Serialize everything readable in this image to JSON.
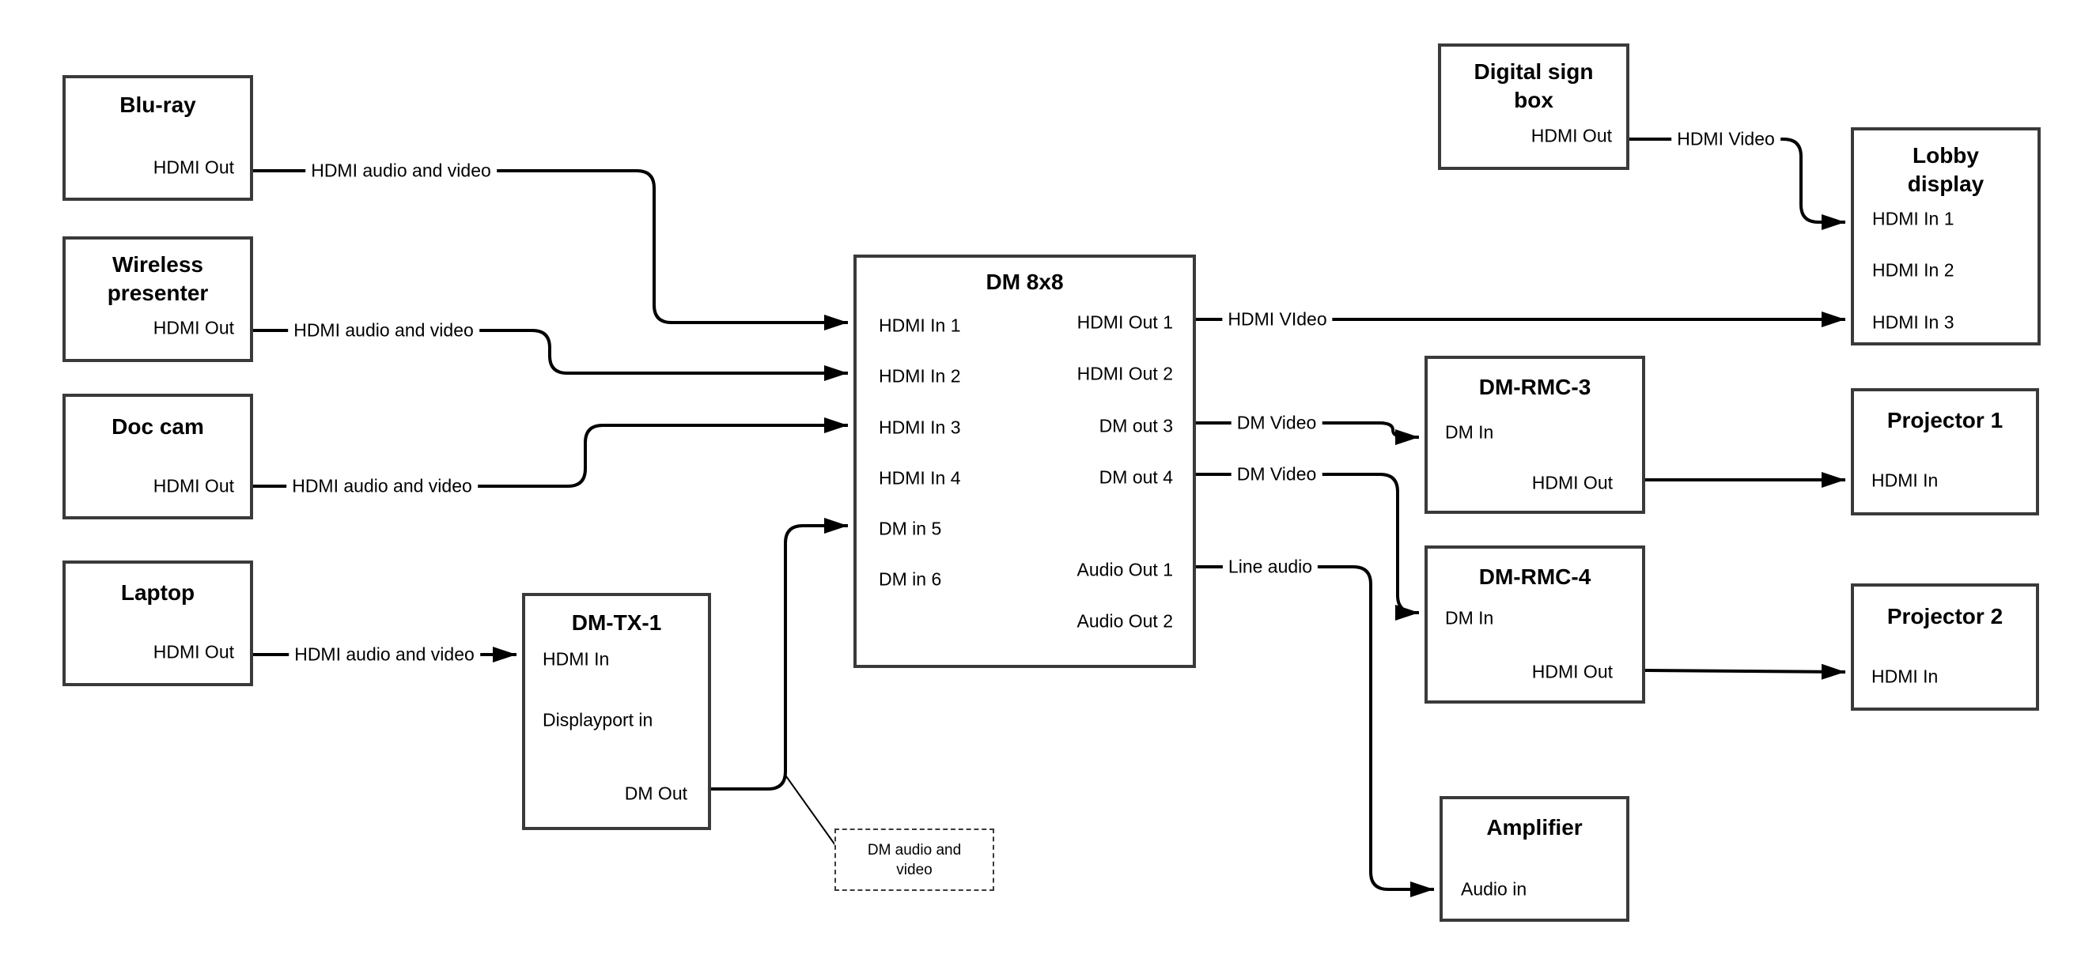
{
  "diagram": {
    "colors": {
      "wire": "#000000",
      "box_border": "#3a3a3a",
      "background": "#ffffff"
    },
    "boxes": {
      "bluray": {
        "title": "Blu-ray",
        "ports": {
          "out": "HDMI Out"
        }
      },
      "wireless": {
        "title": "Wireless presenter",
        "ports": {
          "out": "HDMI Out"
        }
      },
      "doccam": {
        "title": "Doc cam",
        "ports": {
          "out": "HDMI Out"
        }
      },
      "laptop": {
        "title": "Laptop",
        "ports": {
          "out": "HDMI Out"
        }
      },
      "dmtx1": {
        "title": "DM-TX-1",
        "ports": {
          "hdmi_in": "HDMI In",
          "dp_in": "Displayport in",
          "dm_out": "DM Out"
        }
      },
      "dm8x8": {
        "title": "DM 8x8",
        "ports": {
          "in1": "HDMI In 1",
          "in2": "HDMI In 2",
          "in3": "HDMI In 3",
          "in4": "HDMI In 4",
          "in5": "DM in 5",
          "in6": "DM in 6",
          "out1": "HDMI Out 1",
          "out2": "HDMI Out 2",
          "out3": "DM out 3",
          "out4": "DM out 4",
          "aout1": "Audio Out 1",
          "aout2": "Audio Out 2"
        }
      },
      "digital_sign": {
        "title": "Digital sign box",
        "ports": {
          "out": "HDMI Out"
        }
      },
      "lobby": {
        "title": "Lobby display",
        "ports": {
          "in1": "HDMI In 1",
          "in2": "HDMI In 2",
          "in3": "HDMI In 3"
        }
      },
      "dmrmc3": {
        "title": "DM-RMC-3",
        "ports": {
          "dm_in": "DM In",
          "hdmi_out": "HDMI Out"
        }
      },
      "projector1": {
        "title": "Projector 1",
        "ports": {
          "in": "HDMI In"
        }
      },
      "dmrmc4": {
        "title": "DM-RMC-4",
        "ports": {
          "dm_in": "DM In",
          "hdmi_out": "HDMI Out"
        }
      },
      "projector2": {
        "title": "Projector 2",
        "ports": {
          "in": "HDMI In"
        }
      },
      "amplifier": {
        "title": "Amplifier",
        "ports": {
          "audio_in": "Audio in"
        }
      }
    },
    "wire_labels": {
      "bluray_wire": "HDMI audio and video",
      "wireless_wire": "HDMI audio and video",
      "doccam_wire": "HDMI audio and video",
      "laptop_wire": "HDMI audio and video",
      "hdmi_out1_wire": "HDMI VIdeo",
      "dm_out3_wire": "DM Video",
      "dm_out4_wire": "DM Video",
      "audio_out1_wire": "Line audio",
      "digital_sign_wire": "HDMI Video"
    },
    "callout": {
      "text": "DM audio and video"
    }
  }
}
